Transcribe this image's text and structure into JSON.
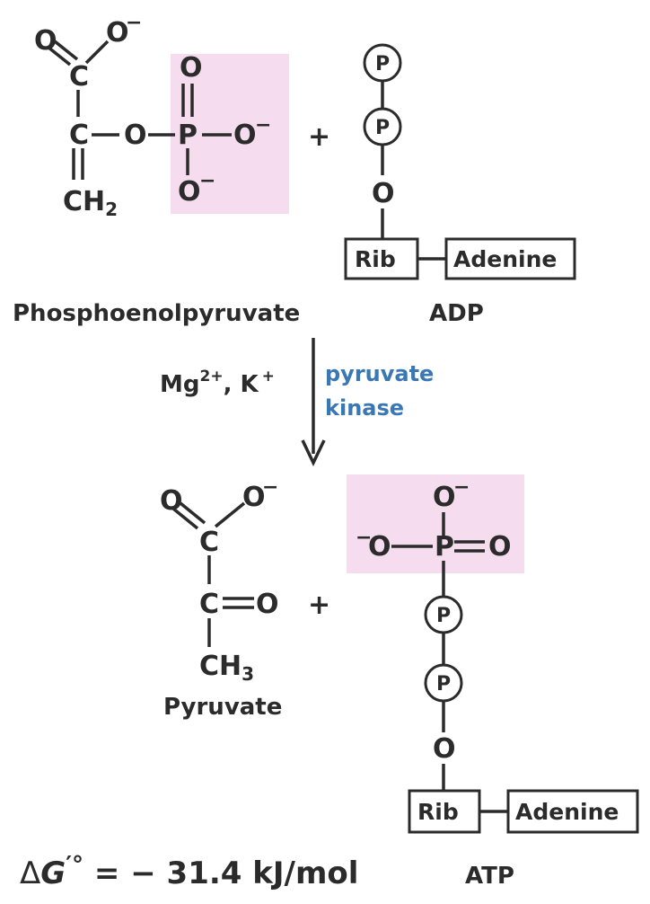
{
  "colors": {
    "highlight": "#f6dcef",
    "enzyme": "#3a78b5",
    "ink": "#2b2b2b"
  },
  "atoms": {
    "oxygen": "O",
    "carbon": "C",
    "phosphorus": "P",
    "neg_charge": "−",
    "ch2_base": "CH",
    "ch2_sub": "2",
    "ch3_base": "CH",
    "ch3_sub": "3"
  },
  "adp": {
    "phosphate_label": "P",
    "ribose": "Rib",
    "base": "Adenine",
    "name": "ADP"
  },
  "atp": {
    "phosphate_label": "P",
    "ribose": "Rib",
    "base": "Adenine",
    "name": "ATP"
  },
  "reactant_name": "Phosphoenolpyruvate",
  "product_name": "Pyruvate",
  "plus": "+",
  "cofactors": {
    "mg": "Mg",
    "mg_charge": "2+",
    "sep": ", ",
    "k": "K",
    "k_charge": "+"
  },
  "enzyme": {
    "line1": "pyruvate",
    "line2": "kinase"
  },
  "energy": {
    "delta": "Δ",
    "g": "G",
    "prime_deg": "′°",
    "value": " = − 31.4 kJ/mol"
  }
}
